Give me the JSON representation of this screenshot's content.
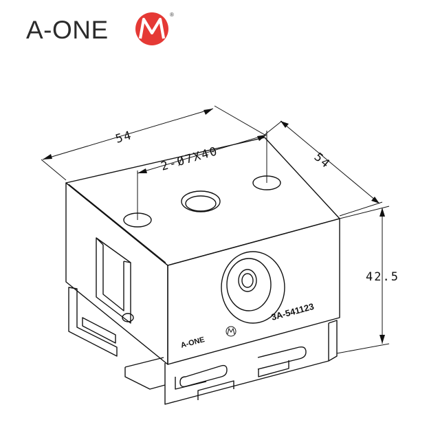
{
  "brand": {
    "name": "A-ONE",
    "registered_mark": "®",
    "logo_color": "#e53935"
  },
  "dimensions": {
    "top_width": "54",
    "side_depth": "54",
    "holes": "2-Ø7X40",
    "height": "42.5"
  },
  "part": {
    "number": "3A-541123",
    "engraved_brand": "A-ONE"
  }
}
